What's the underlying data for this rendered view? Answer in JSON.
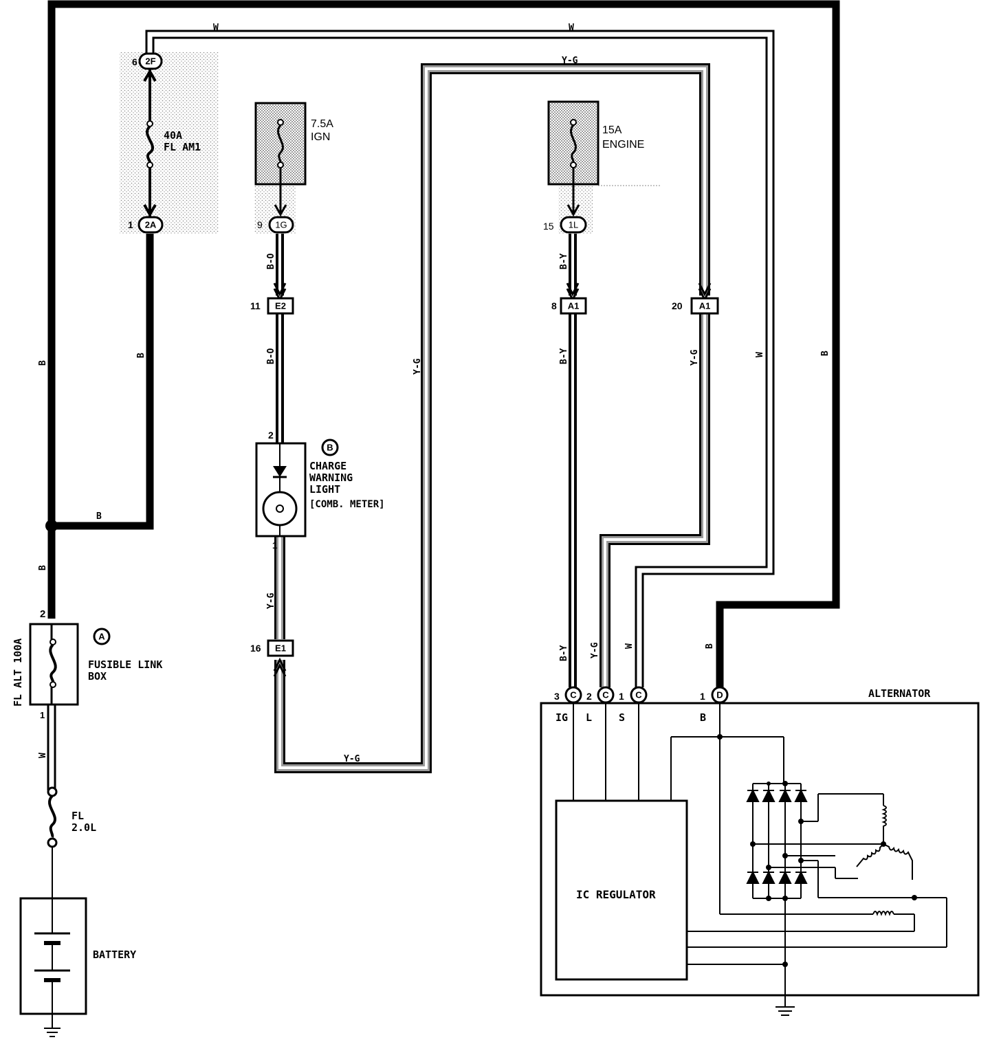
{
  "wire_labels": {
    "w_top_left": "W",
    "w_top_right": "W",
    "yg_top": "Y-G",
    "b_left_vert": "B",
    "b_inner_vert": "B",
    "b_horizontal": "B",
    "b_lower_vert": "B",
    "bo_upper": "B-O",
    "bo_lower": "B-O",
    "yg_long_vert": "Y-G",
    "yg_bottom": "Y-G",
    "yg_lower_left": "Y-G",
    "by_upper": "B-Y",
    "by_middle": "B-Y",
    "by_lower": "B-Y",
    "yg_right_vert": "Y-G",
    "yg_alt": "Y-G",
    "w_right_vert": "W",
    "w_alt": "W",
    "b_right_vert": "B",
    "b_alt": "B",
    "w_battery": "W"
  },
  "connectors": {
    "c2f": {
      "pin": "6",
      "code": "2F"
    },
    "c2a": {
      "pin": "1",
      "code": "2A"
    },
    "c1g": {
      "pin": "9",
      "code": "1G"
    },
    "ce2": {
      "pin": "11",
      "code": "E2"
    },
    "ce1": {
      "pin": "16",
      "code": "E1"
    },
    "c1l": {
      "pin": "15",
      "code": "1L"
    },
    "ca1_8": {
      "pin": "8",
      "code": "A1"
    },
    "ca1_20": {
      "pin": "20",
      "code": "A1"
    },
    "cc3": {
      "pin": "3",
      "code": "C"
    },
    "cc2": {
      "pin": "2",
      "code": "C"
    },
    "cc1": {
      "pin": "1",
      "code": "C"
    },
    "cd1": {
      "pin": "1",
      "code": "D"
    }
  },
  "fuses": {
    "am1": {
      "amps": "40A",
      "name": "FL AM1"
    },
    "ign": {
      "amps": "7.5A",
      "name": "IGN"
    },
    "engine": {
      "amps": "15A",
      "name": "ENGINE"
    }
  },
  "components": {
    "fusible_link": {
      "marker": "A",
      "line1": "FUSIBLE LINK",
      "line2": "BOX",
      "rating": "FL ALT 100A",
      "pin_top": "2",
      "pin_bottom": "1"
    },
    "charge_light": {
      "marker": "B",
      "line1": "CHARGE",
      "line2": "WARNING",
      "line3": "LIGHT",
      "line4": "[COMB. METER]",
      "pin_top": "2",
      "pin_bottom": "1"
    },
    "fl_20": {
      "line1": "FL",
      "line2": "2.0L"
    },
    "battery": {
      "label": "BATTERY"
    },
    "alternator": {
      "label": "ALTERNATOR"
    },
    "ic_regulator": {
      "label": "IC REGULATOR"
    }
  },
  "alternator_terminals": {
    "ig": "IG",
    "l": "L",
    "s": "S",
    "b": "B"
  }
}
